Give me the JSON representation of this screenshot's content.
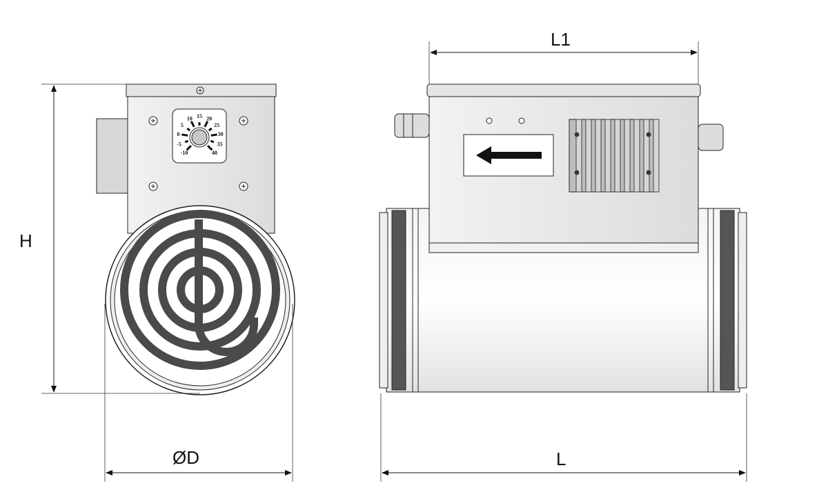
{
  "dimensions": {
    "H": "H",
    "D": "ØD",
    "L1": "L1",
    "L": "L"
  },
  "dial": {
    "labels": [
      "-10",
      "-5",
      "0",
      "5",
      "10",
      "15",
      "20",
      "25",
      "30",
      "35",
      "40"
    ]
  },
  "colors": {
    "line": "#1a1a1a",
    "metal": "#e6e6e6",
    "dark": "#3a3a3a",
    "seal": "#555555"
  }
}
